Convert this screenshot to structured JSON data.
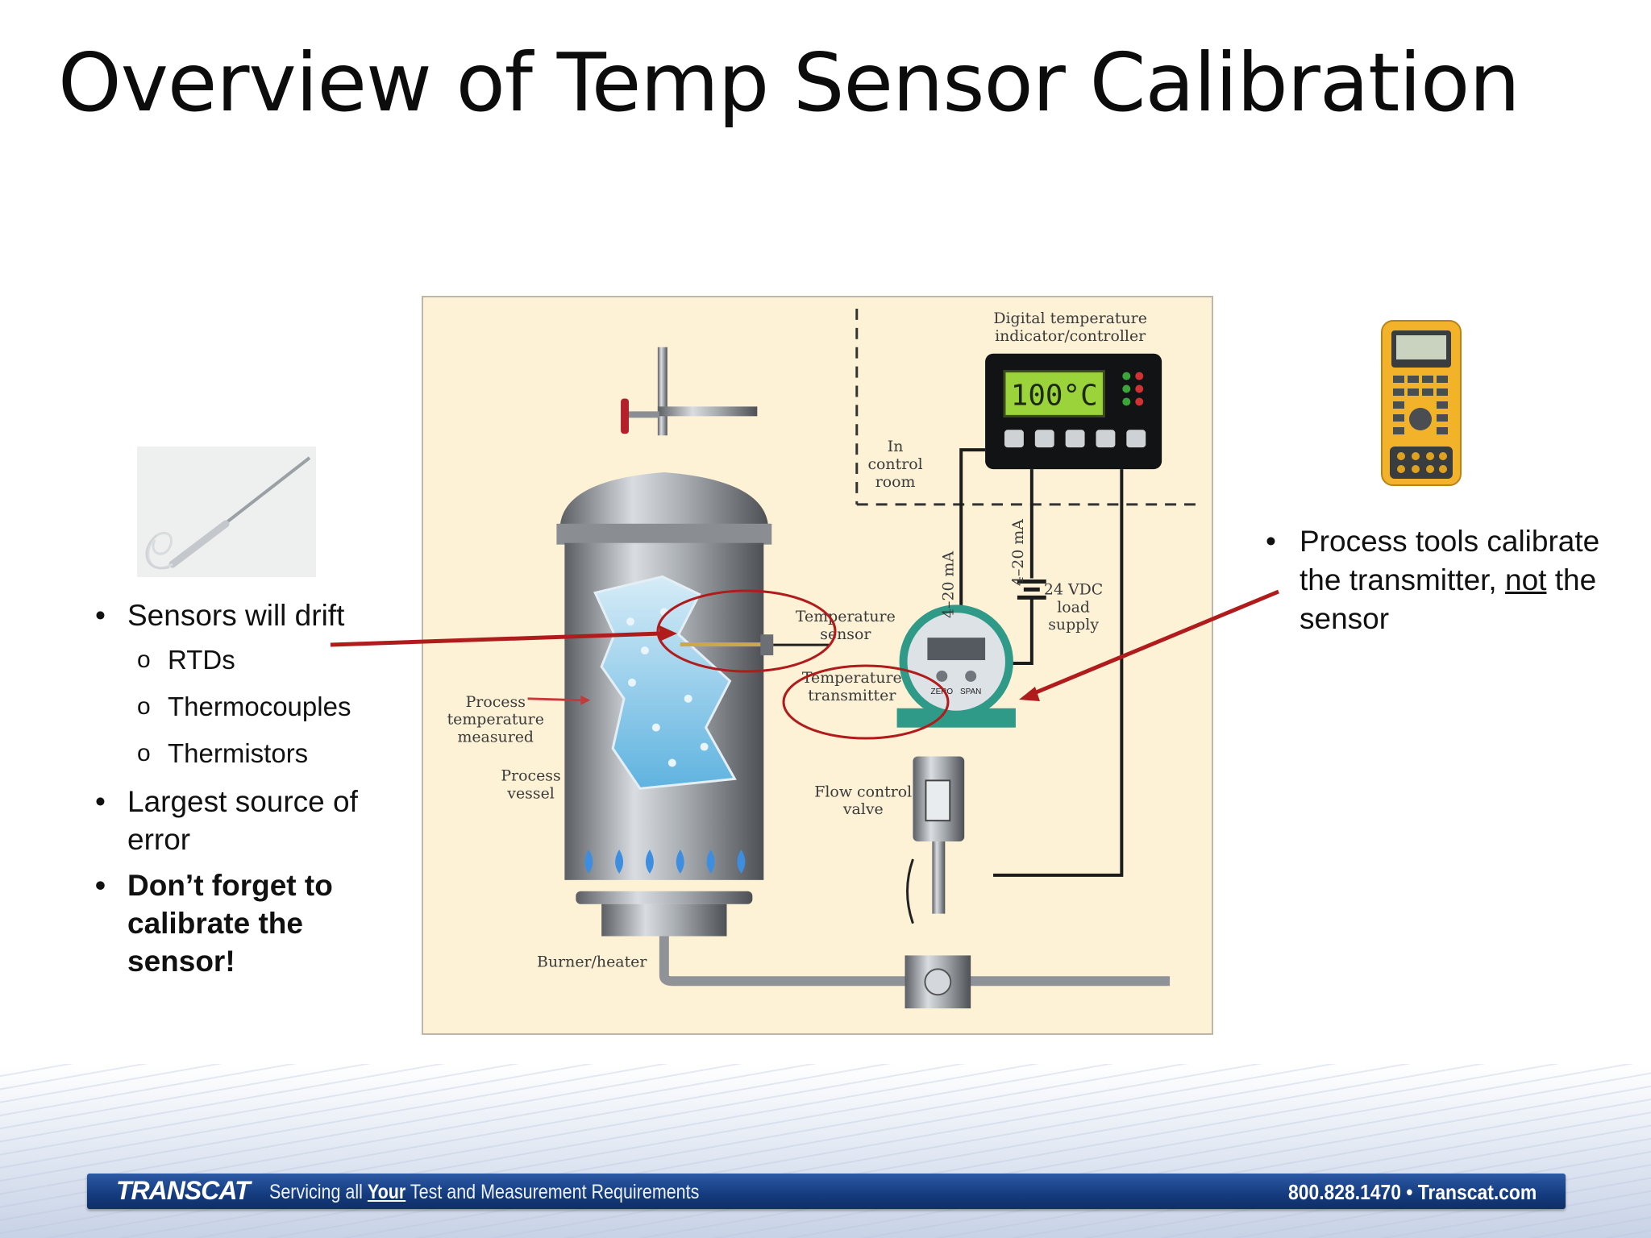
{
  "slide": {
    "title": "Overview of Temp Sensor Calibration"
  },
  "left_bullets": {
    "b1": "Sensors will drift",
    "subs": [
      "RTDs",
      "Thermocouples",
      "Thermistors"
    ],
    "b2": "Largest source of error",
    "b3": "Don’t forget to calibrate the sensor!",
    "bullet_glyph": "•",
    "sub_glyph": "o"
  },
  "right_bullet": {
    "part1": "Process tools calibrate the transmitter, ",
    "emph": "not",
    "part2": " the sensor"
  },
  "diagram": {
    "indicator_label_1": "Digital temperature",
    "indicator_label_2": "indicator/controller",
    "display": "100°C",
    "control_room_1": "In",
    "control_room_2": "control",
    "control_room_3": "room",
    "current_label": "4–20 mA",
    "supply_1": "24 VDC",
    "supply_2": "load",
    "supply_3": "supply",
    "sensor_1": "Temperature",
    "sensor_2": "sensor",
    "transmitter_1": "Temperature",
    "transmitter_2": "transmitter",
    "zero": "ZERO",
    "span": "SPAN",
    "process_temp_1": "Process",
    "process_temp_2": "temperature",
    "process_temp_3": "measured",
    "vessel_1": "Process",
    "vessel_2": "vessel",
    "valve_1": "Flow control",
    "valve_2": "valve",
    "burner": "Burner/heater"
  },
  "footer": {
    "brand": "TRANSCAT",
    "tag_pre": "Servicing all ",
    "tag_your": "Your",
    "tag_post": " Test and Measurement Requirements",
    "contact": "800.828.1470  •  Transcat.com"
  },
  "colors": {
    "diagram_bg": "#fdf1d6",
    "annotation_red": "#b01c1c",
    "footer_blue": "#143b7e",
    "display_green": "#9ad33a"
  }
}
